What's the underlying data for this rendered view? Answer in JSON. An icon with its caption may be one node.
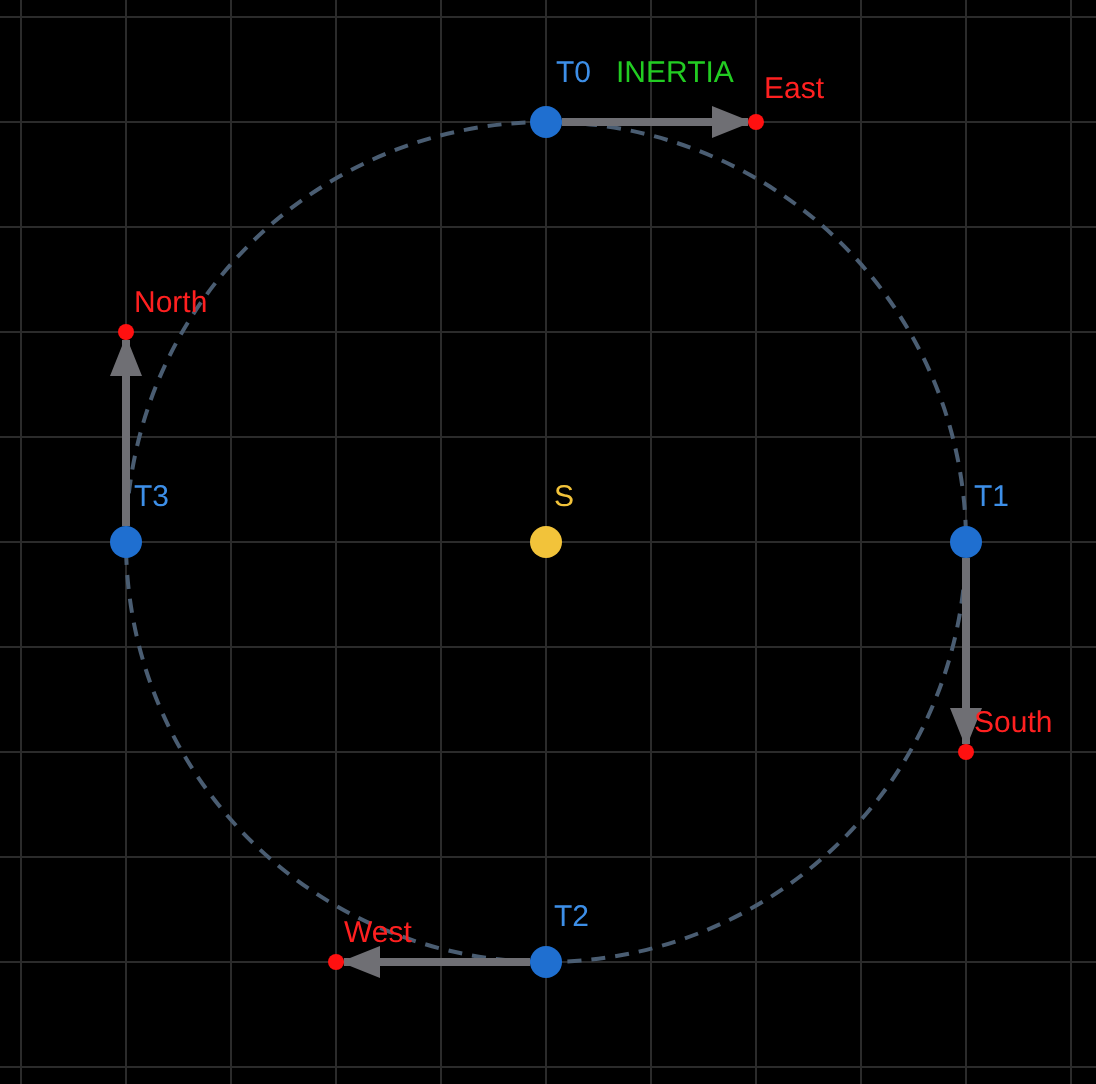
{
  "diagram": {
    "nodes": [
      {
        "text": [
          "T0"
        ]
      },
      {
        "text": [
          "East"
        ]
      },
      {
        "text": [
          "North"
        ]
      },
      {
        "text": [
          "T3"
        ]
      },
      {
        "text": [
          "S"
        ]
      },
      {
        "text": [
          "T1"
        ]
      },
      {
        "text": [
          "South"
        ]
      },
      {
        "text": [
          "West"
        ]
      },
      {
        "text": [
          "T2"
        ]
      }
    ],
    "edges": [
      {
        "from": 0,
        "to": 1,
        "arrow": "to"
      },
      {
        "from": 3,
        "to": 2,
        "arrow": "to"
      },
      {
        "from": 5,
        "to": 6,
        "arrow": "to"
      },
      {
        "from": 8,
        "to": 7,
        "arrow": "to"
      }
    ],
    "labels": [
      "INERTIA"
    ]
  }
}
